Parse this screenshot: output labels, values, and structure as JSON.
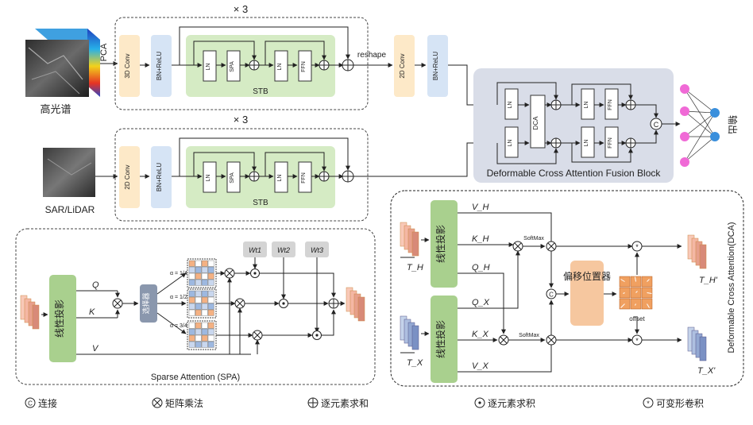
{
  "top_branch": {
    "repeat": "× 3",
    "input_label": "高光谱",
    "pca_label": "PCA",
    "conv": "3D Conv",
    "bnrelu": "BN+ReLU",
    "ln1": "LN",
    "spa": "SPA",
    "ln2": "LN",
    "ffn": "FFN",
    "stb": "STB",
    "reshape": "reshape",
    "conv2d": "2D Conv",
    "bnrelu2": "BN+ReLU"
  },
  "bottom_branch": {
    "repeat": "× 3",
    "input_label": "SAR/LiDAR",
    "conv": "2D Conv",
    "bnrelu": "BN+ReLU",
    "ln1": "LN",
    "spa": "SPA",
    "ln2": "LN",
    "ffn": "FFN",
    "stb": "STB"
  },
  "fusion": {
    "title": "Deformable Cross Attention Fusion Block",
    "ln_top": "LN",
    "ln_bottom": "LN",
    "dca": "DCA",
    "ln_top2": "LN",
    "ffn_top": "FFN",
    "ln_bottom2": "LN",
    "ffn_bottom": "FFN",
    "concat": "C",
    "output_label": "输出"
  },
  "spa": {
    "title": "Sparse Attention (SPA)",
    "proj": "线性投影",
    "q": "Q",
    "k": "K",
    "v": "V",
    "selector": "选择器",
    "alpha1": "α = 1/4",
    "alpha2": "α = 1/2",
    "alpha3": "α = 3/4",
    "w1": "Wt1",
    "w2": "Wt2",
    "w3": "Wt3"
  },
  "dca": {
    "title": "Deformable Cross Attention(DCA)",
    "proj_top": "线性投影",
    "proj_bottom": "线性投影",
    "vh": "V_H",
    "kh": "K_H",
    "qh": "Q_H",
    "qx": "Q_X",
    "kx": "K_X",
    "vx": "V_X",
    "softmax1": "SoftMax",
    "softmax2": "SoftMax",
    "offset_block": "偏移位置器",
    "offset": "offset",
    "th_in": "T_H",
    "tx_in": "T_X",
    "th_out": "T_H'",
    "tx_out": "T_X'",
    "concat": "C"
  },
  "legend": {
    "concat_symbol": "C",
    "concat": "连接",
    "matmul": "矩阵乘法",
    "add": "逐元素求和",
    "mul": "逐元素求积",
    "deform": "可变形卷积"
  },
  "colors": {
    "conv": "#fde9c8",
    "bn": "#d6e4f5",
    "stb": "#d5ebc4",
    "fusion_bg": "#d9dde8",
    "selector": "#8a97ad",
    "offset": "#f6c79f",
    "node_pink": "#f06ad6",
    "node_blue": "#3a8fdc"
  }
}
